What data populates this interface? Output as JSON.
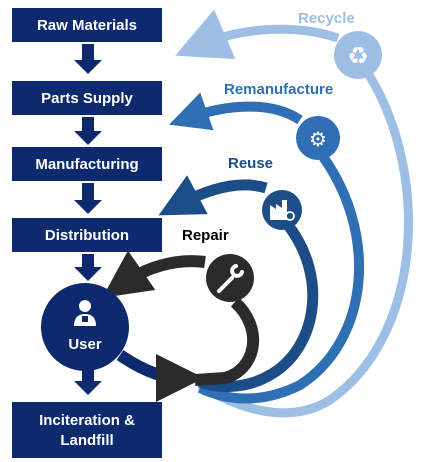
{
  "stages": [
    {
      "id": "raw-materials",
      "label": "Raw Materials"
    },
    {
      "id": "parts-supply",
      "label": "Parts Supply"
    },
    {
      "id": "manufacturing",
      "label": "Manufacturing"
    },
    {
      "id": "distribution",
      "label": "Distribution"
    },
    {
      "id": "user",
      "label": "User"
    },
    {
      "id": "landfill",
      "label_line1": "Inciteration &",
      "label_line2": "Landfill"
    }
  ],
  "loops": [
    {
      "id": "recycle",
      "label": "Recycle",
      "color": "#9dbfe6",
      "icon": "recycle-icon"
    },
    {
      "id": "remanufacture",
      "label": "Remanufacture",
      "color": "#2f6fb3",
      "icon": "gears-icon"
    },
    {
      "id": "reuse",
      "label": "Reuse",
      "color": "#1d4d89",
      "icon": "factory-icon"
    },
    {
      "id": "repair",
      "label": "Repair",
      "color": "#2b2b2b",
      "icon": "wrench-icon"
    }
  ],
  "colors": {
    "stage_box": "#0e2a6e",
    "stage_arrow": "#0e2a6e"
  }
}
